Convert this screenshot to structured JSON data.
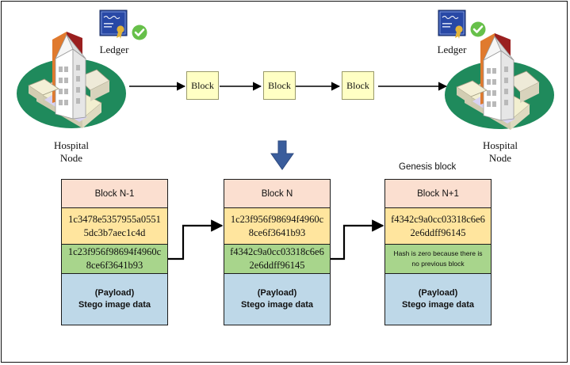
{
  "left_node": {
    "ledger_label": "Ledger",
    "node_label_1": "Hospital",
    "node_label_2": "Node"
  },
  "right_node": {
    "ledger_label": "Ledger",
    "node_label_1": "Hospital",
    "node_label_2": "Node"
  },
  "chain": {
    "blocks": [
      "Block",
      "Block",
      "Block"
    ]
  },
  "genesis_label": "Genesis block",
  "blocks": [
    {
      "header": "Block N-1",
      "hash": "1c3478e5357955a05515dc3b7aec1c4d",
      "prev_hash": "1c23f956f98694f4960c8ce6f3641b93",
      "payload_1": "(Payload)",
      "payload_2": "Stego image data"
    },
    {
      "header": "Block N",
      "hash": "1c23f956f98694f4960c8ce6f3641b93",
      "prev_hash": "f4342c9a0cc03318c6e62e6ddff96145",
      "payload_1": "(Payload)",
      "payload_2": "Stego image data"
    },
    {
      "header": "Block N+1",
      "hash": "f4342c9a0cc03318c6e62e6ddff96145",
      "prev_hash": "Hash is zero because there is no previous block",
      "payload_1": "(Payload)",
      "payload_2": "Stego image data"
    }
  ],
  "colors": {
    "header": "#fbdfd0",
    "hash": "#ffe59e",
    "prev_hash": "#a8d58c",
    "payload": "#bed8e8",
    "chain_block": "#ffffc4",
    "down_arrow": "#3a5d9c",
    "check": "#67c04a"
  }
}
